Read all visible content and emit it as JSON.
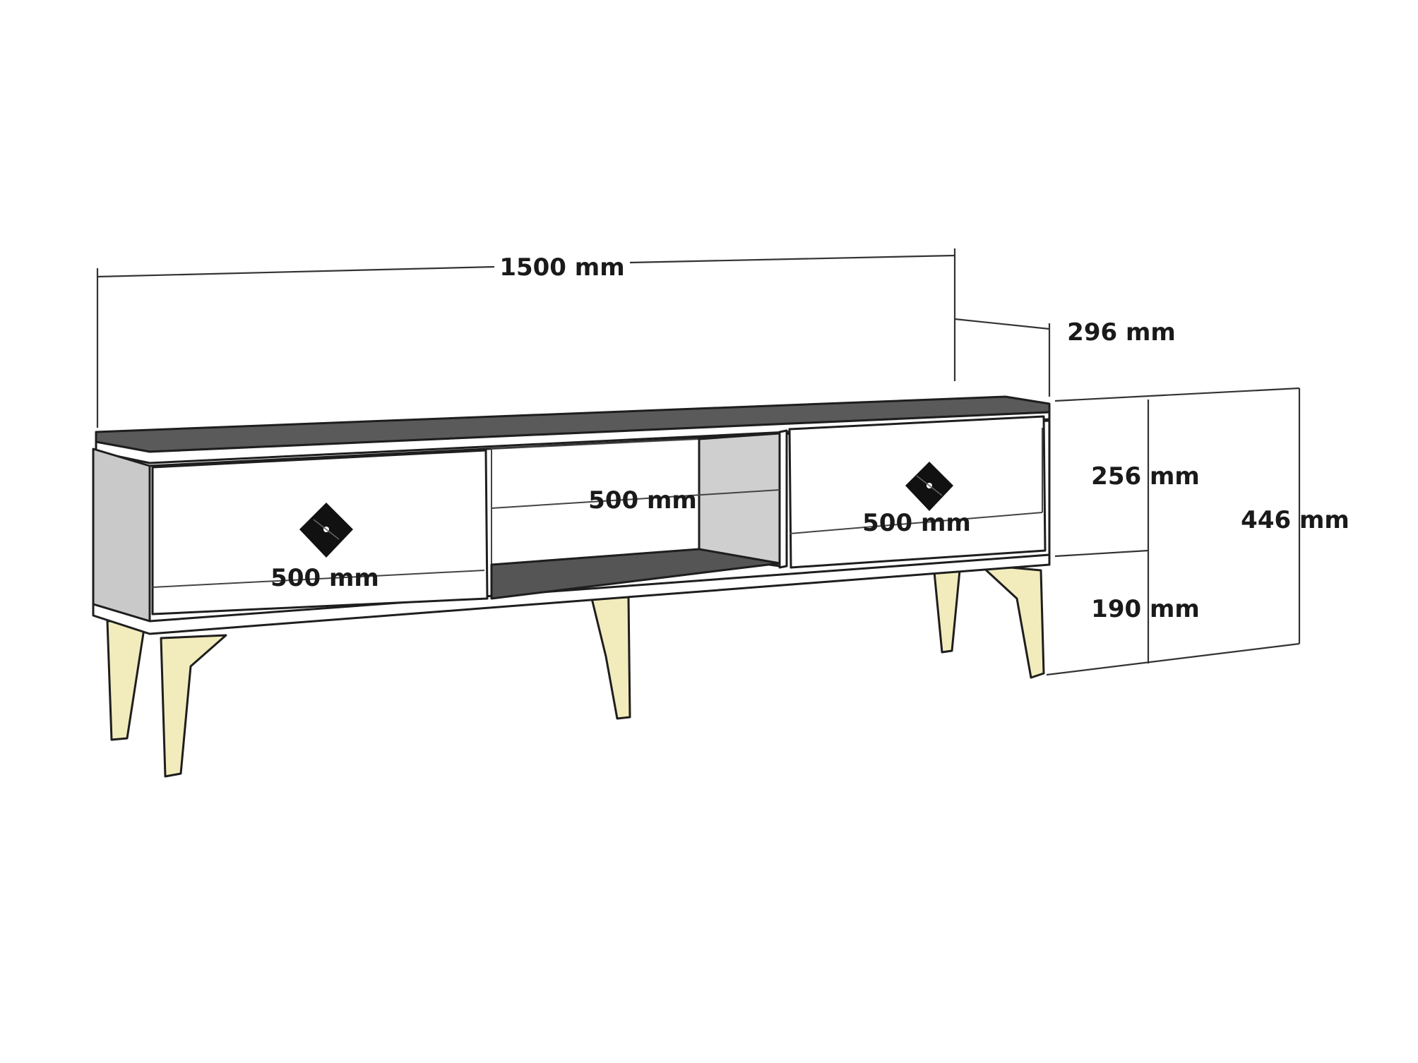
{
  "dimensions": {
    "width": "1500 mm",
    "depth": "296 mm",
    "total_height": "446 mm",
    "body_height": "256 mm",
    "leg_height": "190 mm",
    "left_drawer": "500 mm",
    "middle_section": "500 mm",
    "right_drawer": "500 mm"
  },
  "colors": {
    "top_surface": "#5a5a5a",
    "white_panel": "#ffffff",
    "side_panel": "#c9c9c9",
    "inner_back": "#cfcfcf",
    "shelf": "#555555",
    "leg": "#f2ecbc",
    "handle": "#111111",
    "outline": "#1e1e1e"
  }
}
